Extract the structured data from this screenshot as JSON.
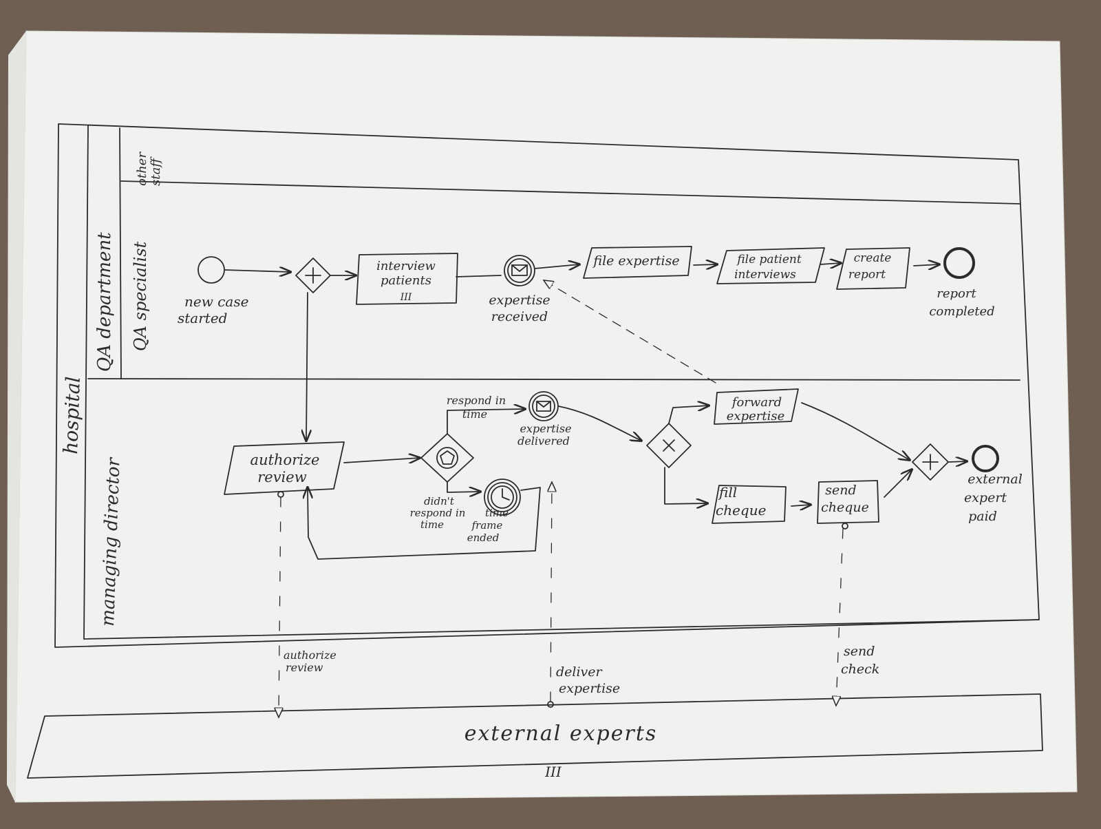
{
  "pools": {
    "hospital": "hospital",
    "external": "external experts",
    "external_marker": "III"
  },
  "lanes": {
    "qa_department": "QA department",
    "other_staff": [
      "other",
      "staff"
    ],
    "qa_specialist": "QA specialist",
    "managing_director": "managing director"
  },
  "events": {
    "new_case_started": [
      "new case",
      "started"
    ],
    "expertise_received": [
      "expertise",
      "received"
    ],
    "report_completed": [
      "report",
      "completed"
    ],
    "expertise_delivered": [
      "expertise",
      "delivered"
    ],
    "time_frame_ended": [
      "time",
      "frame",
      "ended"
    ],
    "external_expert_paid": [
      "external",
      "expert",
      "paid"
    ]
  },
  "tasks": {
    "interview_patients": [
      "interview",
      "patients"
    ],
    "interview_marker": "III",
    "file_expertise": [
      "file expertise"
    ],
    "file_patient_interviews": [
      "file patient",
      "interviews"
    ],
    "create_report": [
      "create",
      "report"
    ],
    "authorize_review": [
      "authorize",
      "review"
    ],
    "forward_expertise": [
      "forward",
      "expertise"
    ],
    "fill_cheque": [
      "fill",
      "cheque"
    ],
    "send_cheque": [
      "send",
      "cheque"
    ]
  },
  "flows": {
    "respond_in_time": [
      "respond in",
      "time"
    ],
    "didnt_respond_in_time": [
      "didn't",
      "respond in",
      "time"
    ]
  },
  "messages": {
    "authorize_review": [
      "authorize",
      "review"
    ],
    "deliver_expertise": [
      "deliver",
      "expertise"
    ],
    "send_check": [
      "send",
      "check"
    ]
  }
}
